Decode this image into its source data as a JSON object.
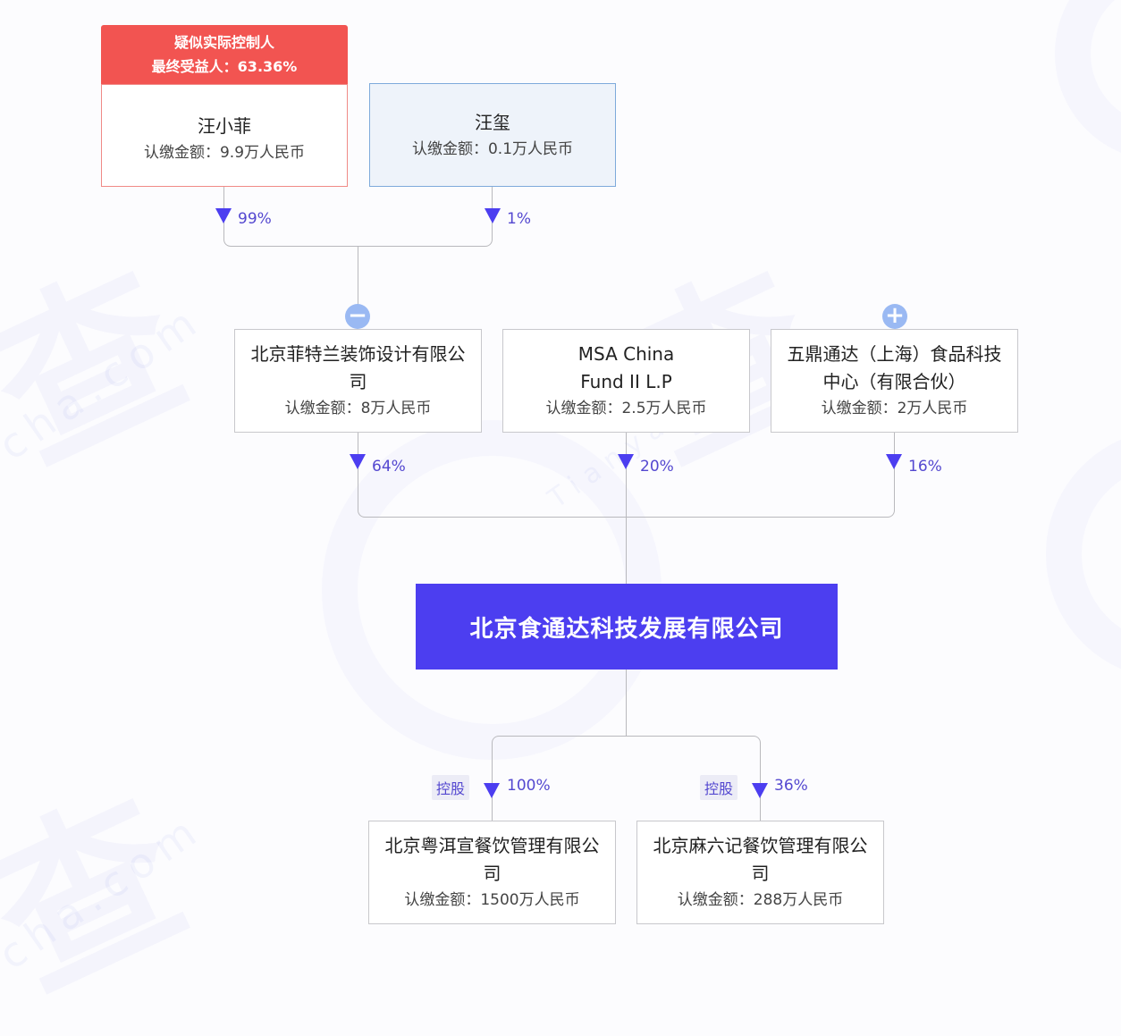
{
  "watermark": {
    "chars": [
      "查",
      "查",
      "查"
    ],
    "texts": [
      "cha.com",
      "Tianyan",
      "cha.com"
    ]
  },
  "actual_controller": {
    "badge_line1": "疑似实际控制人",
    "badge_line2": "最终受益人：63.36%",
    "badge_color": "#f25451"
  },
  "shareholders_level1": [
    {
      "name": "汪小菲",
      "amount": "认缴金额：9.9万人民币",
      "percent": "99%"
    },
    {
      "name": "汪玺",
      "amount": "认缴金额：0.1万人民币",
      "percent": "1%"
    }
  ],
  "shareholders_level2": [
    {
      "name": "北京菲特兰装饰设计有限公司",
      "amount": "认缴金额：8万人民币",
      "percent": "64%",
      "toggle": "−"
    },
    {
      "name": "MSA China Fund II L.P",
      "amount": "认缴金额：2.5万人民币",
      "percent": "20%"
    },
    {
      "name": "五鼎通达（上海）食品科技中心（有限合伙）",
      "amount": "认缴金额：2万人民币",
      "percent": "16%",
      "toggle": "+"
    }
  ],
  "main_company": {
    "name": "北京食通达科技发展有限公司",
    "color": "#4c3ef0"
  },
  "subsidiaries": [
    {
      "name": "北京粤洱宣餐饮管理有限公司",
      "amount": "认缴金额：1500万人民币",
      "percent": "100%",
      "tag": "控股"
    },
    {
      "name": "北京麻六记餐饮管理有限公司",
      "amount": "认缴金额：288万人民币",
      "percent": "36%",
      "tag": "控股"
    }
  ],
  "colors": {
    "accent": "#4c3ef0",
    "percent_text": "#5448d0",
    "toggle": "#9ab9f3",
    "line": "#b9b9bd"
  }
}
